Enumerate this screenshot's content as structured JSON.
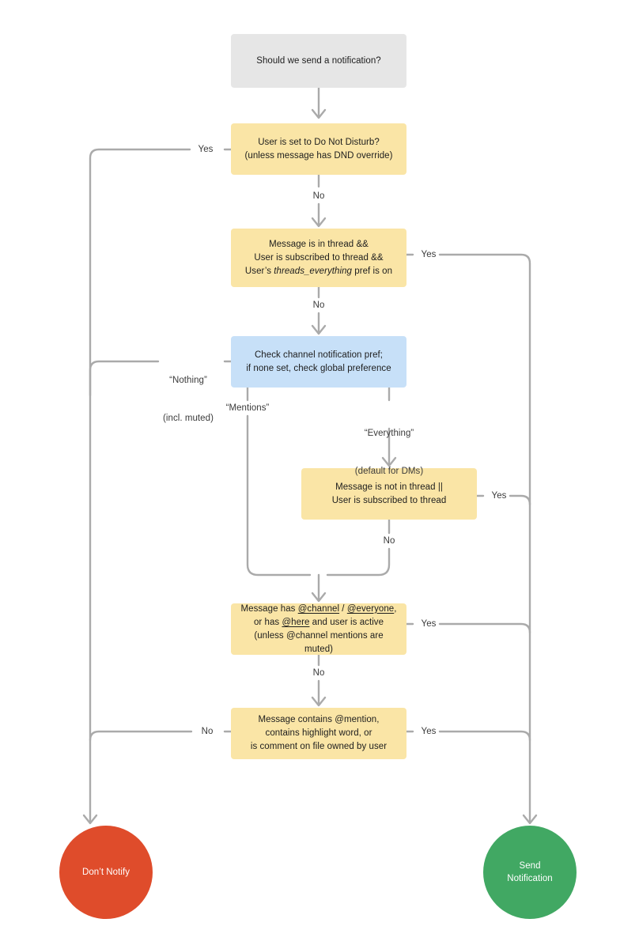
{
  "diagram": {
    "title": "Notification decision flowchart",
    "colors": {
      "start_fill": "#e6e6e6",
      "decision_fill": "#fae5a6",
      "process_fill": "#c7e0f8",
      "deny_fill": "#df4c2b",
      "allow_fill": "#41a863",
      "edge_stroke": "#aaaaaa",
      "text": "#1d1d1d",
      "label_text": "#3b3b3b",
      "background": "#ffffff"
    },
    "nodes": {
      "start": {
        "label": "Should we send a notification?",
        "shape": "rounded-rect",
        "type": "start"
      },
      "dnd": {
        "line1": "User is set to Do Not Disturb?",
        "line2": "(unless message has DND override)",
        "shape": "rounded-rect",
        "type": "decision"
      },
      "thread": {
        "line1": "Message is in thread &&",
        "line2": "User is subscribed to thread &&",
        "line3_prefix": "User’s ",
        "line3_italic": "threads_everything",
        "line3_suffix": " pref is on",
        "shape": "rounded-rect",
        "type": "decision"
      },
      "channel_pref": {
        "line1": "Check channel notification pref;",
        "line2": "if none set, check global preference",
        "shape": "rounded-rect",
        "type": "process"
      },
      "not_in_thread": {
        "line1": "Message is not in thread ||",
        "line2": "User is subscribed to thread",
        "shape": "rounded-rect",
        "type": "decision"
      },
      "broadcast": {
        "l1_a": "Message has ",
        "l1_b": "@channel",
        "l1_c": " / ",
        "l1_d": "@everyone",
        "l1_e": ",",
        "l2_a": "or has ",
        "l2_b": "@here",
        "l2_c": " and user is active",
        "line3": "(unless @channel mentions are muted)",
        "shape": "rounded-rect",
        "type": "decision"
      },
      "mention": {
        "line1": "Message contains @mention,",
        "line2": "contains highlight word, or",
        "line3": "is comment on file owned by user",
        "shape": "rounded-rect",
        "type": "decision"
      },
      "deny": {
        "label": "Don’t Notify",
        "shape": "circle",
        "type": "terminal"
      },
      "allow": {
        "line1": "Send",
        "line2": "Notification",
        "shape": "circle",
        "type": "terminal"
      }
    },
    "edge_labels": {
      "dnd_yes": "Yes",
      "dnd_no": "No",
      "thread_yes": "Yes",
      "thread_no": "No",
      "pref_nothing_l1": "“Nothing”",
      "pref_nothing_l2": "(incl. muted)",
      "pref_mentions": "“Mentions”",
      "pref_everything_l1": "“Everything”",
      "pref_everything_l2": "(default for DMs)",
      "not_in_thread_yes": "Yes",
      "not_in_thread_no": "No",
      "broadcast_yes": "Yes",
      "broadcast_no": "No",
      "mention_yes": "Yes",
      "mention_no": "No"
    }
  }
}
